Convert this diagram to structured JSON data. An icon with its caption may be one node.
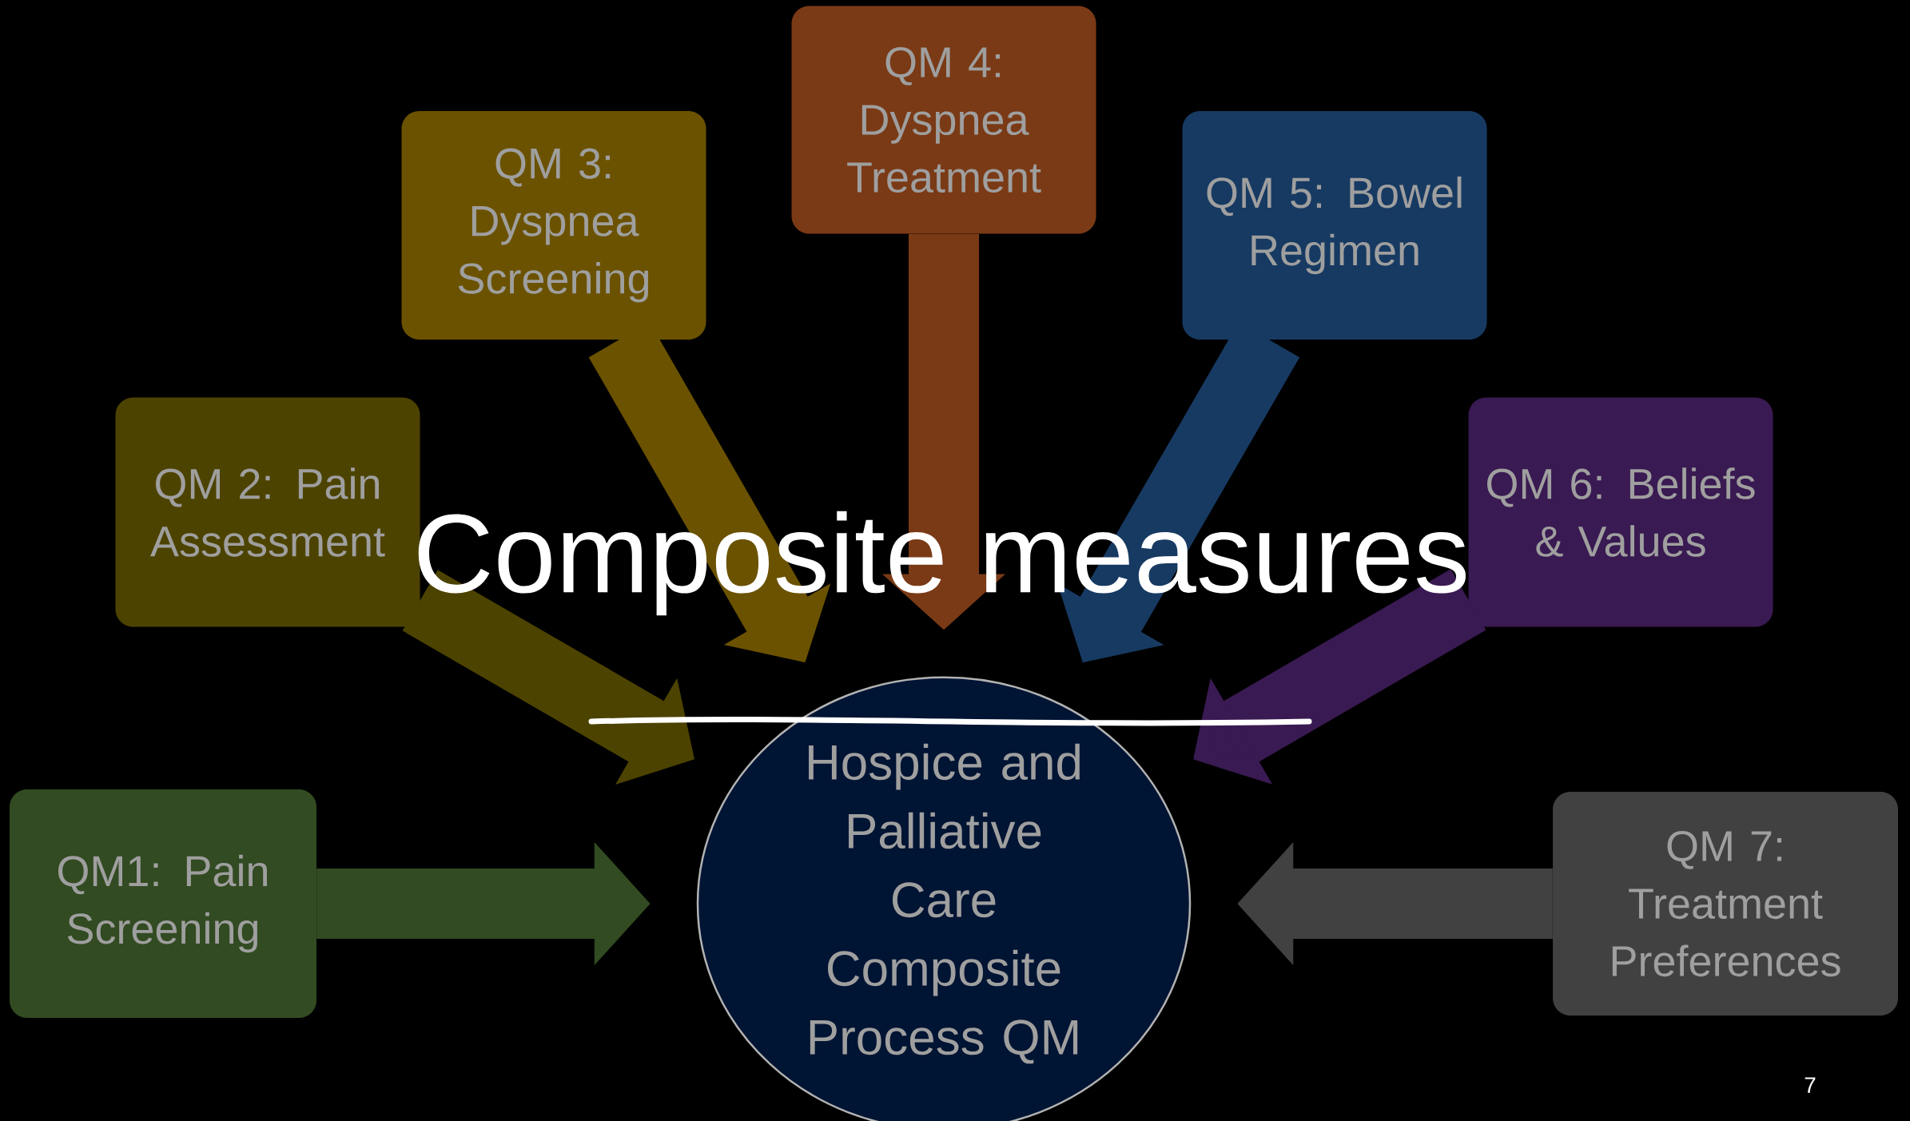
{
  "diagram": {
    "title": "Composite measures",
    "nodes": [
      {
        "text": [
          "QM1: Pain Screening"
        ]
      },
      {
        "text": [
          "QM 2: Pain Assessment"
        ]
      },
      {
        "text": [
          "QM 3: Dyspnea Screening"
        ]
      },
      {
        "text": [
          "QM 4: Dyspnea Treatment"
        ]
      },
      {
        "text": [
          "QM 5: Bowel Regimen"
        ]
      },
      {
        "text": [
          "QM 6: Beliefs & Values"
        ]
      },
      {
        "text": [
          "QM 7: Treatment Preferences"
        ]
      },
      {
        "text": [
          "Hospice and Palliative Care Composite Process QM"
        ]
      }
    ],
    "edges": [
      {
        "from": 0,
        "to": 7,
        "arrow": "to",
        "color": "#324b22"
      },
      {
        "from": 1,
        "to": 7,
        "arrow": "to",
        "color": "#4d4300"
      },
      {
        "from": 2,
        "to": 7,
        "arrow": "to",
        "color": "#6b5200"
      },
      {
        "from": 3,
        "to": 7,
        "arrow": "to",
        "color": "#7a3a16"
      },
      {
        "from": 4,
        "to": 7,
        "arrow": "to",
        "color": "#173a62"
      },
      {
        "from": 5,
        "to": 7,
        "arrow": "to",
        "color": "#3a1a52"
      },
      {
        "from": 6,
        "to": 7,
        "arrow": "to",
        "color": "#414141"
      }
    ],
    "labels": [
      "7"
    ]
  }
}
